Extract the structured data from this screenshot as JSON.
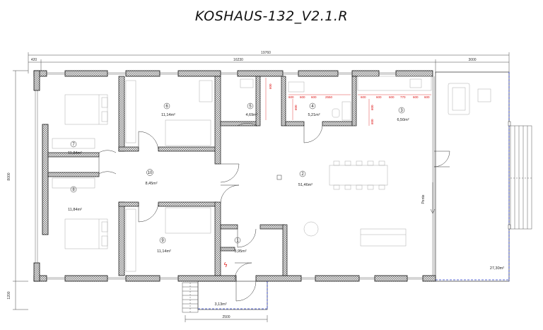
{
  "title": "KOSHAUS-132_V2.1.R",
  "dimensions": {
    "total_width": "19760",
    "left_offset": "420",
    "main_width": "16230",
    "terrace_width": "3000",
    "height": "8000",
    "porch_offset": "1200",
    "porch_width": "2500"
  },
  "inner_dims": [
    "600",
    "600",
    "600",
    "2550",
    "600",
    "600",
    "600",
    "770",
    "600",
    "600",
    "600",
    "600",
    "600",
    "600"
  ],
  "rooms": [
    {
      "num": "1",
      "area": "3,95m²"
    },
    {
      "num": "2",
      "area": "51,46m²"
    },
    {
      "num": "3",
      "area": "6,50m²"
    },
    {
      "num": "4",
      "area": "5,21m²"
    },
    {
      "num": "5",
      "area": "4,69m²"
    },
    {
      "num": "6",
      "area": "11,14m²"
    },
    {
      "num": "7",
      "area": "11,84m²"
    },
    {
      "num": "8",
      "area": "11,84m²"
    },
    {
      "num": "9",
      "area": "11,14m²"
    },
    {
      "num": "10",
      "area": "8,45m²"
    }
  ],
  "terrace_area": "27,30m²",
  "porch_area": "3,13m²",
  "terrace_label": "Pente",
  "colors": {
    "wall_fill": "#e8e8e8",
    "wall_stroke": "#111",
    "dimension_red": "#d11",
    "glazing_blue": "#2a3cc8"
  }
}
